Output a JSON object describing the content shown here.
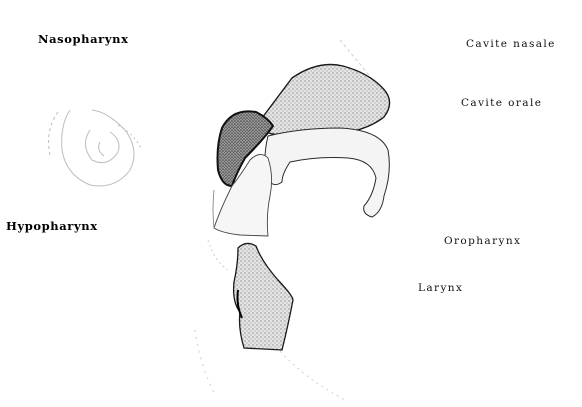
{
  "labels": {
    "nasopharynx": "Nasopharynx",
    "cavite_nasale": "Cavite nasale",
    "cavite_orale": "Cavite orale",
    "hypopharynx": "Hypopharynx",
    "oropharynx": "Oropharynx",
    "larynx": "Larynx"
  },
  "colors": {
    "outline": "#1a1a1a",
    "stipple_light": "#b9b9b9",
    "stipple_dark": "#6f6f6f",
    "faint_line": "#c9c9c9",
    "background": "#ffffff"
  }
}
